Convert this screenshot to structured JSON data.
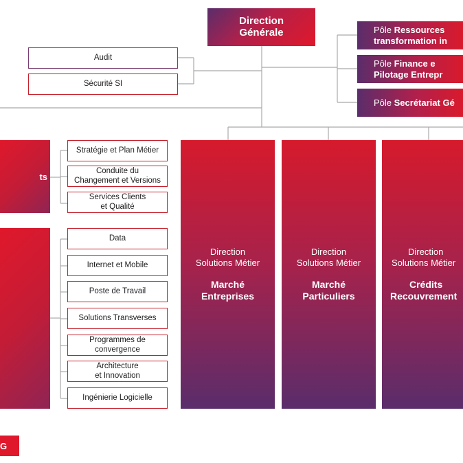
{
  "direction_generale": {
    "line1": "Direction",
    "line2": "Générale"
  },
  "staff_boxes": [
    {
      "label": "Audit"
    },
    {
      "label": "Sécurité SI"
    }
  ],
  "poles": [
    {
      "line1_pre": "Pôle ",
      "line1_bold": "Ressources",
      "line2_bold": "transformation in"
    },
    {
      "line1_pre": "Pôle ",
      "line1_bold": "Finance e",
      "line2_bold": "Pilotage Entrepr"
    },
    {
      "line1_pre": "Pôle ",
      "line1_bold": "Secrétariat Gé",
      "line2_bold": ""
    }
  ],
  "left_top_block": {
    "fragment": "ts"
  },
  "left_top_subboxes": [
    {
      "line1": "Stratégie et Plan Métier",
      "line2": ""
    },
    {
      "line1": "Conduite du",
      "line2": "Changement et Versions"
    },
    {
      "line1": "Services Clients",
      "line2": "et Qualité"
    }
  ],
  "left_bottom_subboxes": [
    {
      "line1": "Data",
      "line2": ""
    },
    {
      "line1": "Internet et Mobile",
      "line2": ""
    },
    {
      "line1": "Poste de Travail",
      "line2": ""
    },
    {
      "line1": "Solutions Transverses",
      "line2": ""
    },
    {
      "line1": "Programmes de",
      "line2": "convergence"
    },
    {
      "line1": "Architecture",
      "line2": "et Innovation"
    },
    {
      "line1": "Ingénierie Logicielle",
      "line2": ""
    }
  ],
  "solution_columns": [
    {
      "pre1": "Direction",
      "pre2": "Solutions Métier",
      "strong1": "Marché",
      "strong2": "Entreprises"
    },
    {
      "pre1": "Direction",
      "pre2": "Solutions Métier",
      "strong1": "Marché",
      "strong2": "Particuliers"
    },
    {
      "pre1": "Direction",
      "pre2": "Solutions Métier",
      "strong1": "Crédits",
      "strong2": "Recouvrement"
    }
  ],
  "bottom_tag": {
    "fragment": "G"
  },
  "colors": {
    "red": "#e0182b",
    "purple": "#5a2d6b",
    "line": "#a0a0a0"
  }
}
